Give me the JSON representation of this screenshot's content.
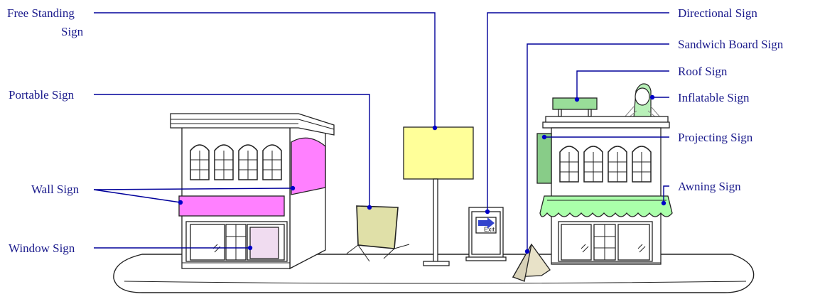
{
  "labels": {
    "free_standing_1": "Free Standing",
    "free_standing_2": "Sign",
    "portable": "Portable Sign",
    "wall": "Wall Sign",
    "window": "Window Sign",
    "directional": "Directional Sign",
    "sandwich_board": "Sandwich Board Sign",
    "roof": "Roof Sign",
    "inflatable": "Inflatable Sign",
    "projecting": "Projecting Sign",
    "awning": "Awning Sign"
  },
  "sign_text": {
    "exit": "Exit"
  },
  "colors": {
    "label_text": "#1a1a8c",
    "leader_line": "#00009a",
    "wall_sign": "#ff80ff",
    "window_sign": "#f0dcf0",
    "free_standing_sign": "#ffff99",
    "portable_sign": "#e0e0a8",
    "sandwich_board": "#e8e2c8",
    "roof_sign": "#99dd99",
    "awning": "#aaffaa",
    "projecting_sign": "#88cc88",
    "inflatable": "#b8f0b8"
  }
}
